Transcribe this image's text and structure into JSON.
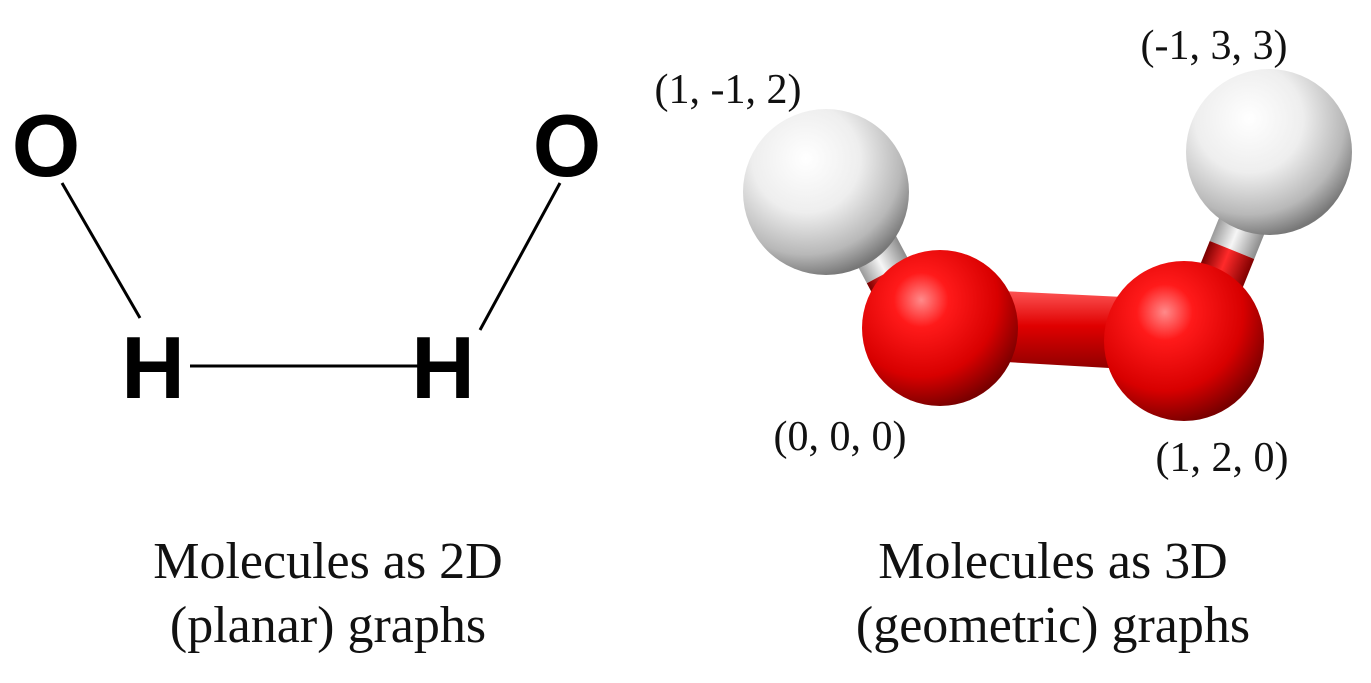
{
  "planar_graph": {
    "atoms": [
      {
        "symbol": "O"
      },
      {
        "symbol": "H"
      },
      {
        "symbol": "H"
      },
      {
        "symbol": "O"
      }
    ],
    "caption_line1": "Molecules as 2D",
    "caption_line2": "(planar) graphs"
  },
  "geometric_graph": {
    "coordinates": [
      {
        "label": "(1, -1, 2)",
        "atom": "H"
      },
      {
        "label": "(0, 0, 0)",
        "atom": "O"
      },
      {
        "label": "(1, 2, 0)",
        "atom": "O"
      },
      {
        "label": "(-1, 3, 3)",
        "atom": "H"
      }
    ],
    "caption_line1": "Molecules as 3D",
    "caption_line2": "(geometric) graphs"
  },
  "colors": {
    "oxygen": "#e00000",
    "hydrogen": "#f2f2f2",
    "text": "#111111"
  }
}
